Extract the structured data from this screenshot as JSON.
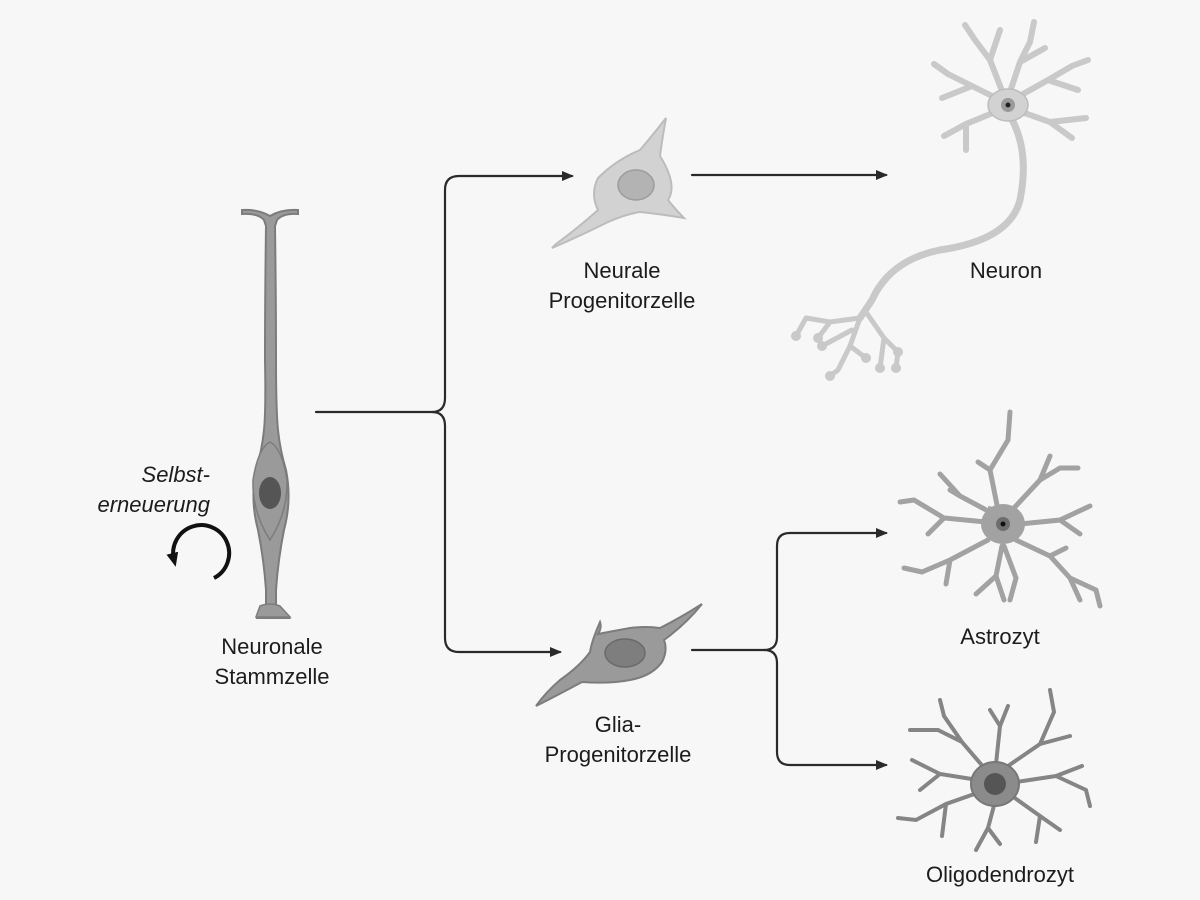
{
  "labels": {
    "stem_cell": [
      "Neuronale",
      "Stammzelle"
    ],
    "self_renewal": [
      "Selbst-",
      "erneuerung"
    ],
    "neural_progenitor": [
      "Neurale",
      "Progenitorzelle"
    ],
    "glial_progenitor": [
      "Glia-",
      "Progenitorzelle"
    ],
    "neuron": "Neuron",
    "astrocyte": "Astrozyt",
    "oligodendrocyte": "Oligodendrozyt"
  },
  "colors": {
    "background": "#f7f7f7",
    "arrow": "#2a2a2a",
    "light_cell": "#d2d2d2",
    "mid_cell": "#9a9a9a",
    "nucleus": "#555555",
    "text": "#1c1c1c"
  },
  "icons": {
    "self_renewal": "circular-arrow-icon"
  }
}
